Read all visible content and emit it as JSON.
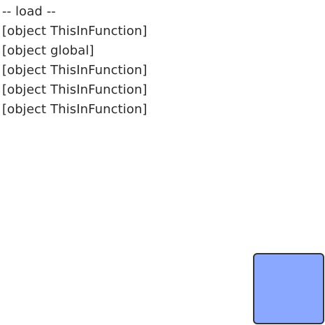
{
  "log": {
    "lines": [
      "-- load --",
      "[object ThisInFunction]",
      "[object global]",
      "[object ThisInFunction]",
      "[object ThisInFunction]",
      "[object ThisInFunction]"
    ]
  },
  "box": {
    "fill_color": "#8aa8ff",
    "border_color": "#333333"
  }
}
